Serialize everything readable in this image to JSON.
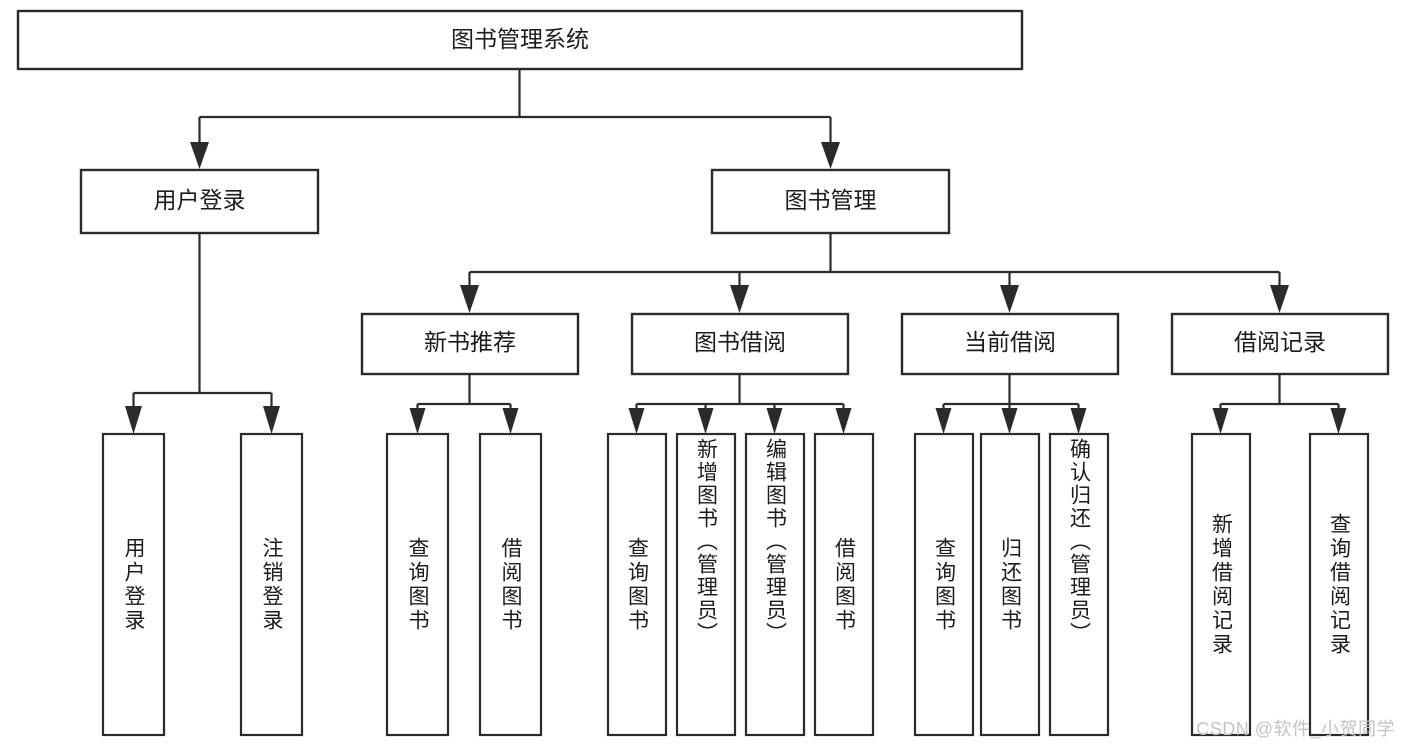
{
  "diagram": {
    "type": "tree-hierarchy",
    "title": "图书管理系统",
    "orientation": "top-down",
    "colors": {
      "stroke": "#2b2b2b",
      "fill": "#ffffff",
      "text": "#1c1c1c",
      "background": "#ffffff",
      "watermark": "#c3c3c3"
    },
    "levels": [
      {
        "level": 1,
        "nodes": [
          {
            "id": "root",
            "label": "图书管理系统",
            "text_orientation": "horizontal"
          }
        ]
      },
      {
        "level": 2,
        "nodes": [
          {
            "id": "user-login",
            "label": "用户登录",
            "parent": "root",
            "text_orientation": "horizontal"
          },
          {
            "id": "book-manage",
            "label": "图书管理",
            "parent": "root",
            "text_orientation": "horizontal"
          }
        ]
      },
      {
        "level": 3,
        "nodes": [
          {
            "id": "new-book-rec",
            "label": "新书推荐",
            "parent": "book-manage",
            "text_orientation": "horizontal"
          },
          {
            "id": "book-borrow",
            "label": "图书借阅",
            "parent": "book-manage",
            "text_orientation": "horizontal"
          },
          {
            "id": "current-borrow",
            "label": "当前借阅",
            "parent": "book-manage",
            "text_orientation": "horizontal"
          },
          {
            "id": "borrow-record",
            "label": "借阅记录",
            "parent": "book-manage",
            "text_orientation": "horizontal"
          }
        ]
      },
      {
        "level": 4,
        "nodes": [
          {
            "id": "leaf-user-login",
            "label": "用户登录",
            "parent": "user-login",
            "text_orientation": "vertical"
          },
          {
            "id": "leaf-logout-login",
            "label": "注销登录",
            "parent": "user-login",
            "text_orientation": "vertical"
          },
          {
            "id": "leaf-query-book-1",
            "label": "查询图书",
            "parent": "new-book-rec",
            "text_orientation": "vertical"
          },
          {
            "id": "leaf-borrow-book-1",
            "label": "借阅图书",
            "parent": "new-book-rec",
            "text_orientation": "vertical"
          },
          {
            "id": "leaf-query-book-2",
            "label": "查询图书",
            "parent": "book-borrow",
            "text_orientation": "vertical"
          },
          {
            "id": "leaf-add-book",
            "label": "新增图书（管理员）",
            "parent": "book-borrow",
            "text_orientation": "vertical"
          },
          {
            "id": "leaf-edit-book",
            "label": "编辑图书（管理员）",
            "parent": "book-borrow",
            "text_orientation": "vertical"
          },
          {
            "id": "leaf-borrow-book-2",
            "label": "借阅图书",
            "parent": "book-borrow",
            "text_orientation": "vertical"
          },
          {
            "id": "leaf-query-book-3",
            "label": "查询图书",
            "parent": "current-borrow",
            "text_orientation": "vertical"
          },
          {
            "id": "leaf-return-book",
            "label": "归还图书",
            "parent": "current-borrow",
            "text_orientation": "vertical"
          },
          {
            "id": "leaf-confirm-return",
            "label": "确认归还（管理员）",
            "parent": "current-borrow",
            "text_orientation": "vertical"
          },
          {
            "id": "leaf-add-record",
            "label": "新增借阅记录",
            "parent": "borrow-record",
            "text_orientation": "vertical"
          },
          {
            "id": "leaf-query-record",
            "label": "查询借阅记录",
            "parent": "borrow-record",
            "text_orientation": "vertical"
          }
        ]
      }
    ]
  },
  "watermark": {
    "label": "CSDN @软件_小贺同学"
  }
}
